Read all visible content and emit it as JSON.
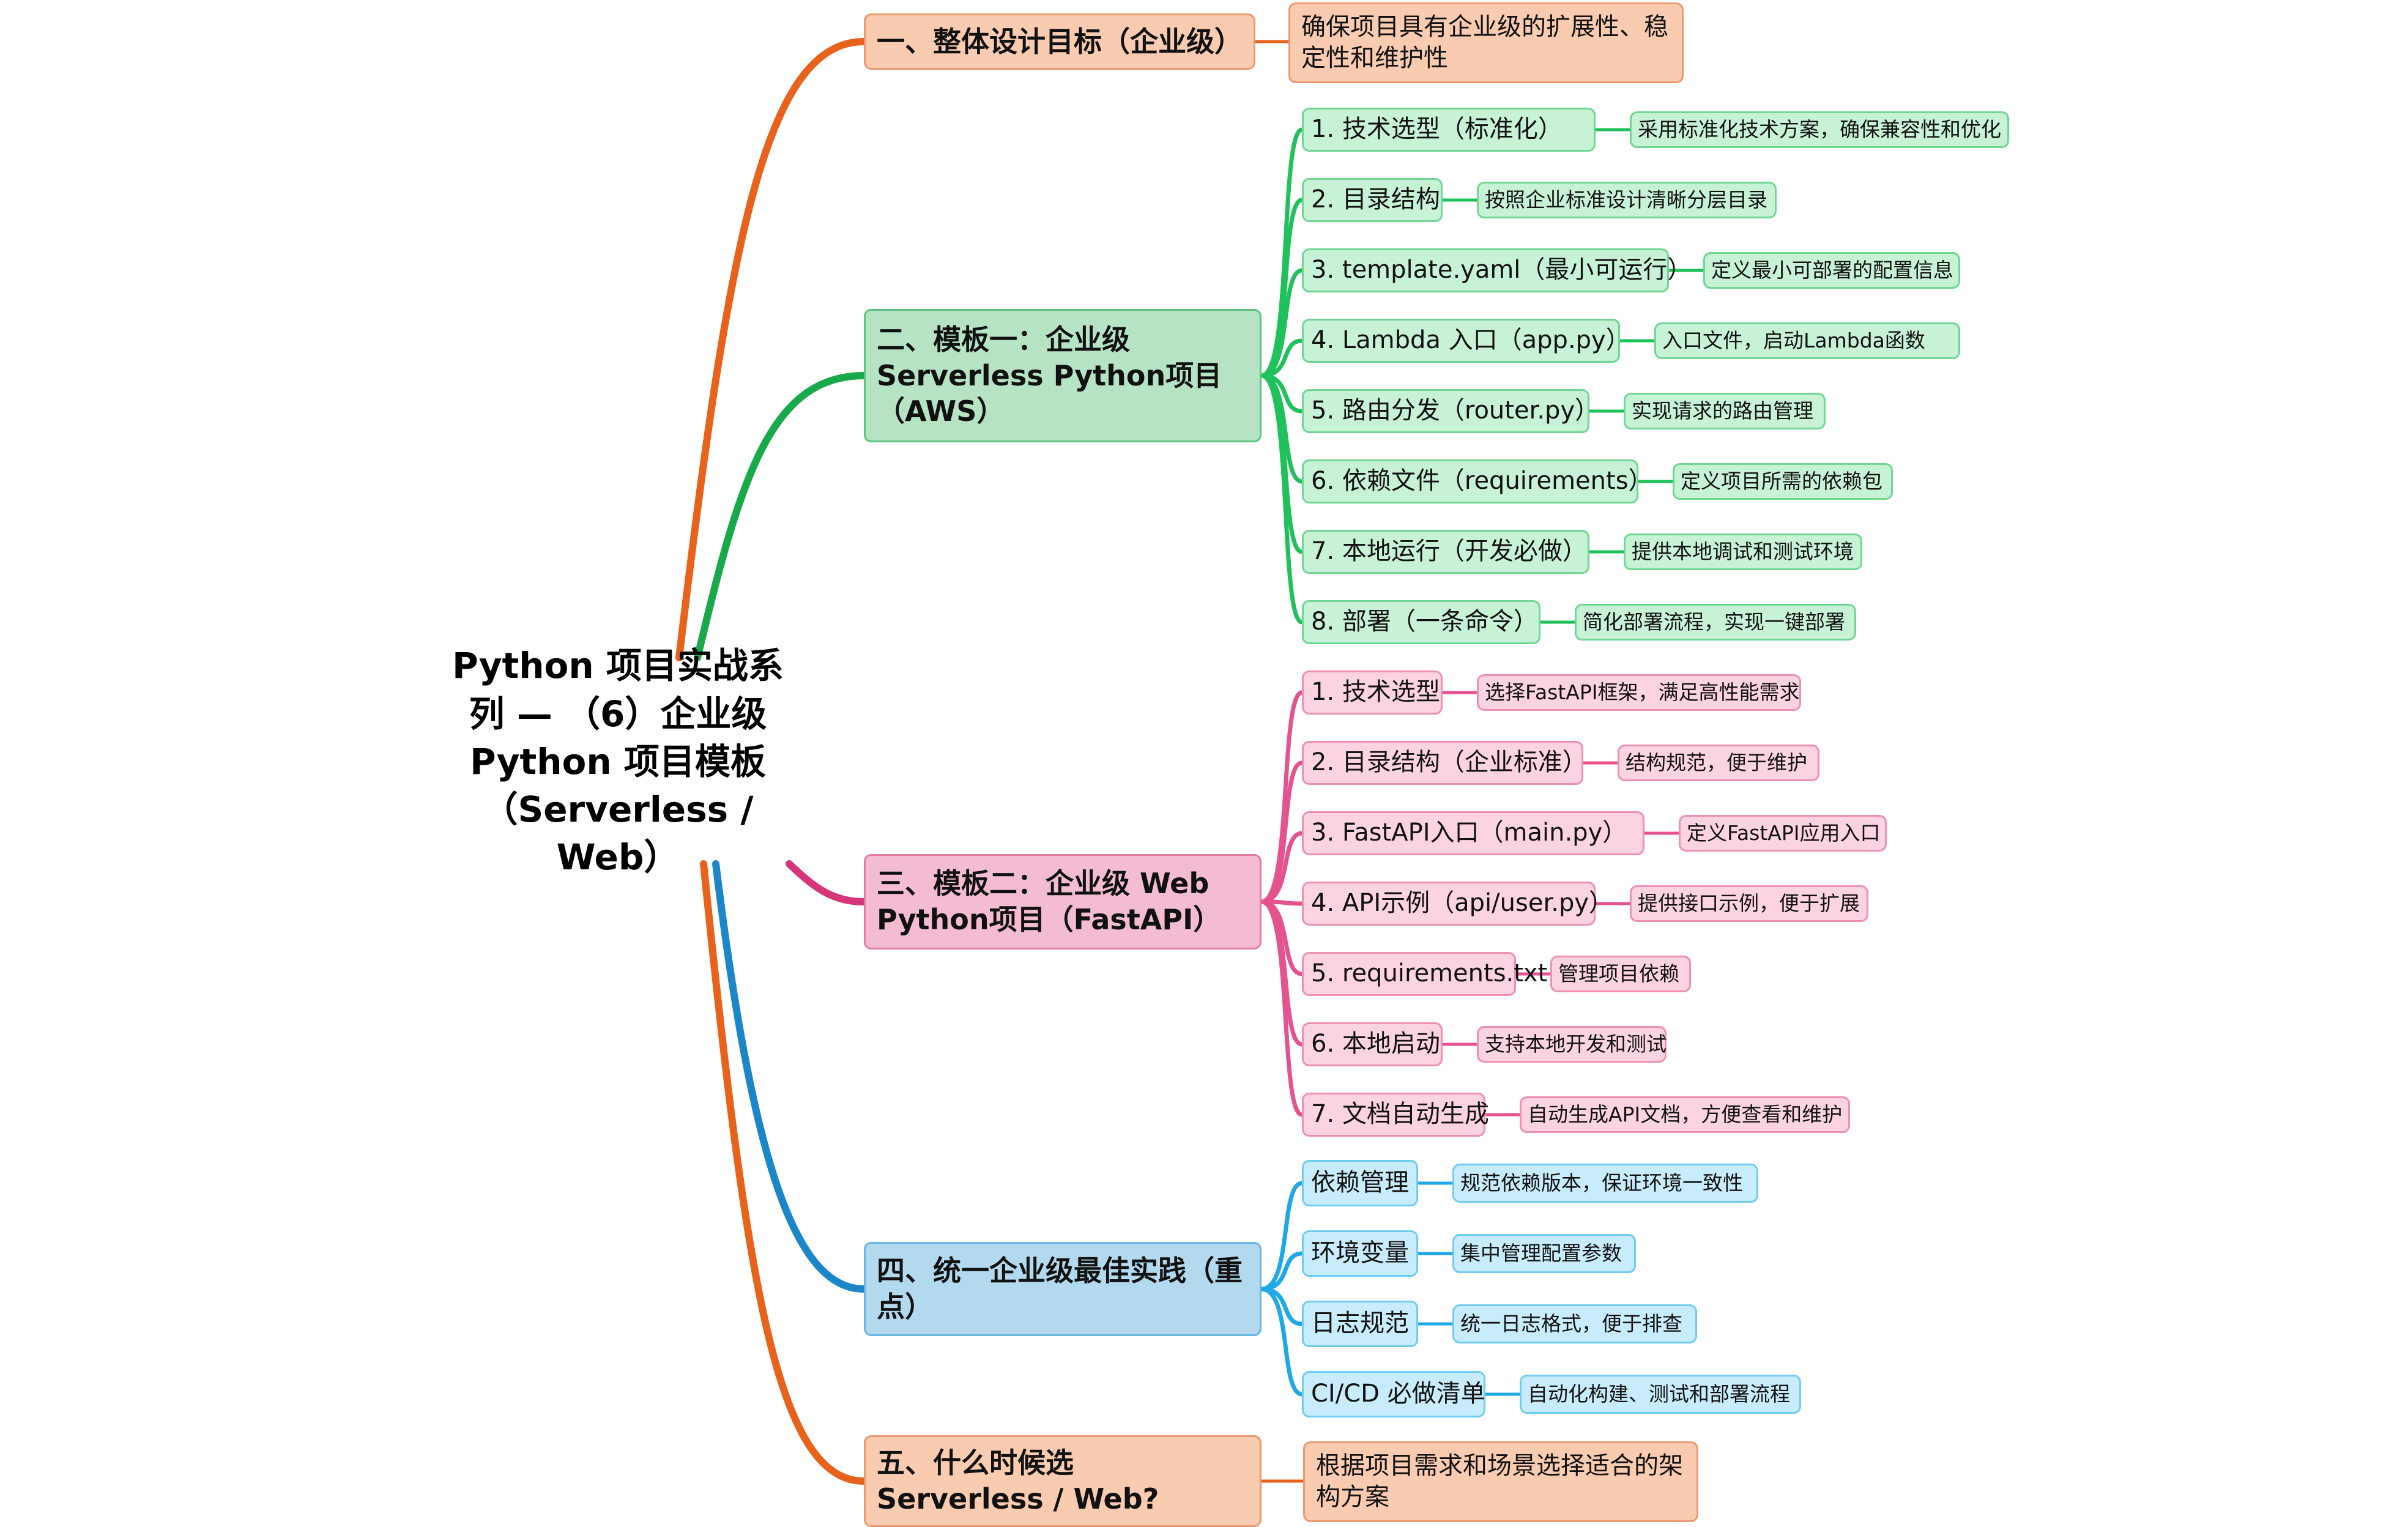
{
  "root": {
    "title": "Python 项目实战系列 — （6）企业级 Python 项目模板（Serverless / Web）"
  },
  "colors": {
    "orange": {
      "line": "#e8621c",
      "fill": "#f9cbb0",
      "border": "#e99a6f"
    },
    "green": {
      "line": "#17a94a",
      "fill": "#b5e3c4",
      "border": "#5cc47e"
    },
    "green_light": {
      "line": "#1fc25a",
      "fill": "#c8f2d6",
      "border": "#6fd694"
    },
    "pink": {
      "line": "#d6357a",
      "fill": "#f3bcd2",
      "border": "#e27ca7"
    },
    "pink_light": {
      "line": "#e5538f",
      "fill": "#fbd3e1",
      "border": "#ee90b6"
    },
    "blue": {
      "line": "#1b86c8",
      "fill": "#b3d9ef",
      "border": "#6ab6e2"
    },
    "blue_light": {
      "line": "#1fa8e6",
      "fill": "#c8ecfb",
      "border": "#6fcdf1"
    }
  },
  "sections": [
    {
      "id": "s1",
      "title": "一、整体设计目标（企业级）",
      "color": "orange",
      "desc": "确保项目具有企业级的扩展性、稳定性和维护性"
    },
    {
      "id": "s2",
      "title": "二、模板一：企业级 Serverless Python项目（AWS）",
      "color": "green",
      "items": [
        {
          "label": "1. 技术选型（标准化）",
          "desc": "采用标准化技术方案，确保兼容性和优化"
        },
        {
          "label": "2. 目录结构",
          "desc": "按照企业标准设计清晰分层目录"
        },
        {
          "label": "3. template.yaml（最小可运行）",
          "desc": "定义最小可部署的配置信息"
        },
        {
          "label": "4. Lambda 入口（app.py）",
          "desc": "入口文件，启动Lambda函数"
        },
        {
          "label": "5. 路由分发（router.py）",
          "desc": "实现请求的路由管理"
        },
        {
          "label": "6. 依赖文件（requirements）",
          "desc": "定义项目所需的依赖包"
        },
        {
          "label": "7. 本地运行（开发必做）",
          "desc": "提供本地调试和测试环境"
        },
        {
          "label": "8. 部署（一条命令）",
          "desc": "简化部署流程，实现一键部署"
        }
      ]
    },
    {
      "id": "s3",
      "title": "三、模板二：企业级 Web Python项目（FastAPI）",
      "color": "pink",
      "items": [
        {
          "label": "1. 技术选型",
          "desc": "选择FastAPI框架，满足高性能需求"
        },
        {
          "label": "2. 目录结构（企业标准）",
          "desc": "结构规范，便于维护"
        },
        {
          "label": "3. FastAPI入口（main.py）",
          "desc": "定义FastAPI应用入口"
        },
        {
          "label": "4. API示例（api/user.py）",
          "desc": "提供接口示例，便于扩展"
        },
        {
          "label": "5. requirements.txt",
          "desc": "管理项目依赖"
        },
        {
          "label": "6. 本地启动",
          "desc": "支持本地开发和测试"
        },
        {
          "label": "7. 文档自动生成",
          "desc": "自动生成API文档，方便查看和维护"
        }
      ]
    },
    {
      "id": "s4",
      "title": "四、统一企业级最佳实践（重点）",
      "color": "blue",
      "items": [
        {
          "label": "依赖管理",
          "desc": "规范依赖版本，保证环境一致性"
        },
        {
          "label": "环境变量",
          "desc": "集中管理配置参数"
        },
        {
          "label": "日志规范",
          "desc": "统一日志格式，便于排查"
        },
        {
          "label": "CI/CD 必做清单",
          "desc": "自动化构建、测试和部署流程"
        }
      ]
    },
    {
      "id": "s5",
      "title": "五、什么时候选 Serverless / Web?",
      "color": "orange",
      "desc": "根据项目需求和场景选择适合的架构方案"
    }
  ]
}
